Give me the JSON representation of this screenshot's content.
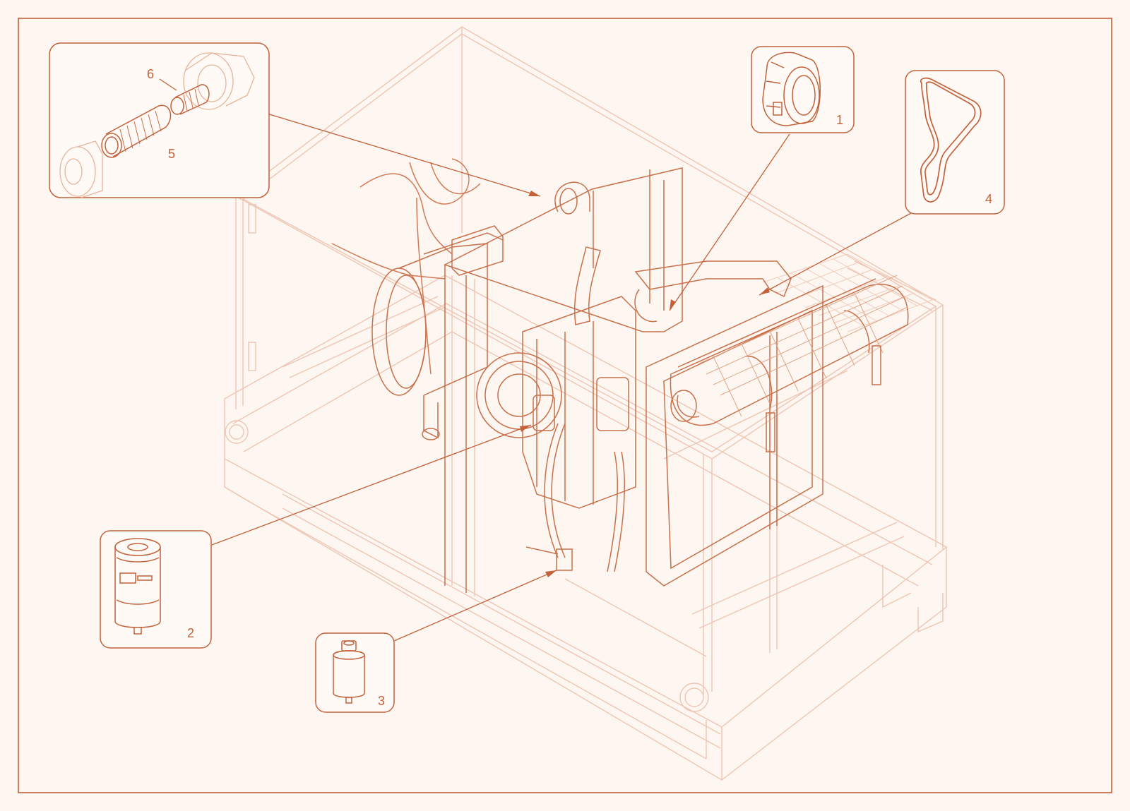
{
  "diagram": {
    "colors": {
      "background": "#fdf6f1",
      "ink": "#c2613a",
      "faint": "#eec8b6",
      "callout_fill": "#fffaf6"
    },
    "callouts": [
      {
        "id": "callout-oil-filter",
        "label": "1",
        "part": "oil-filter"
      },
      {
        "id": "callout-fuel-filter",
        "label": "2",
        "part": "fuel-filter"
      },
      {
        "id": "callout-fuel-prefilter",
        "label": "3",
        "part": "fuel-prefilter"
      },
      {
        "id": "callout-drive-belt",
        "label": "4",
        "part": "drive-belt"
      },
      {
        "id": "callout-air-filter",
        "label": "5",
        "part": "air-filter-element"
      },
      {
        "id": "callout-air-filter-inner",
        "label": "6",
        "part": "air-filter-inner-element"
      }
    ]
  }
}
